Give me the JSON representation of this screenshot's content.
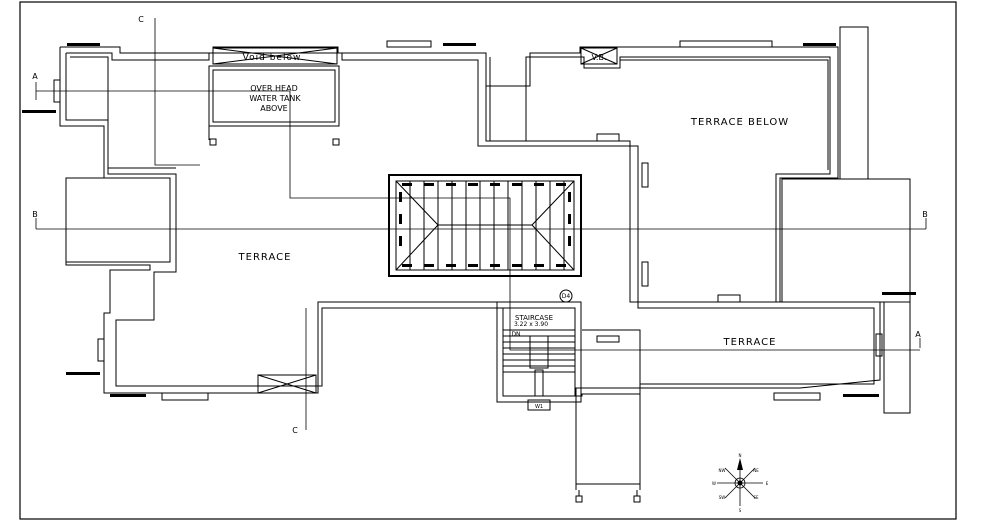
{
  "labels": {
    "void_below": "Void below",
    "ohwt_1": "OVER HEAD",
    "ohwt_2": "WATER TANK",
    "ohwt_3": "ABOVE",
    "vb": "V.B.",
    "terrace_below": "TERRACE BELOW",
    "terrace_left": "TERRACE",
    "terrace_right": "TERRACE",
    "staircase": "STAIRCASE",
    "staircase_dim": "3.22 x 3.90",
    "dn": "DN",
    "door_tag": "D4",
    "landing_tag": "W1"
  },
  "sections": {
    "a_left": "A",
    "a_right": "A",
    "b_left": "B",
    "b_right": "B",
    "c_top": "C",
    "c_bottom": "C"
  },
  "compass": {
    "n": "N",
    "s": "S",
    "e": "E",
    "w": "W",
    "ne": "NE",
    "nw": "NW",
    "se": "SE",
    "sw": "SW"
  },
  "colors": {
    "ink": "#000000",
    "paper": "#ffffff"
  }
}
